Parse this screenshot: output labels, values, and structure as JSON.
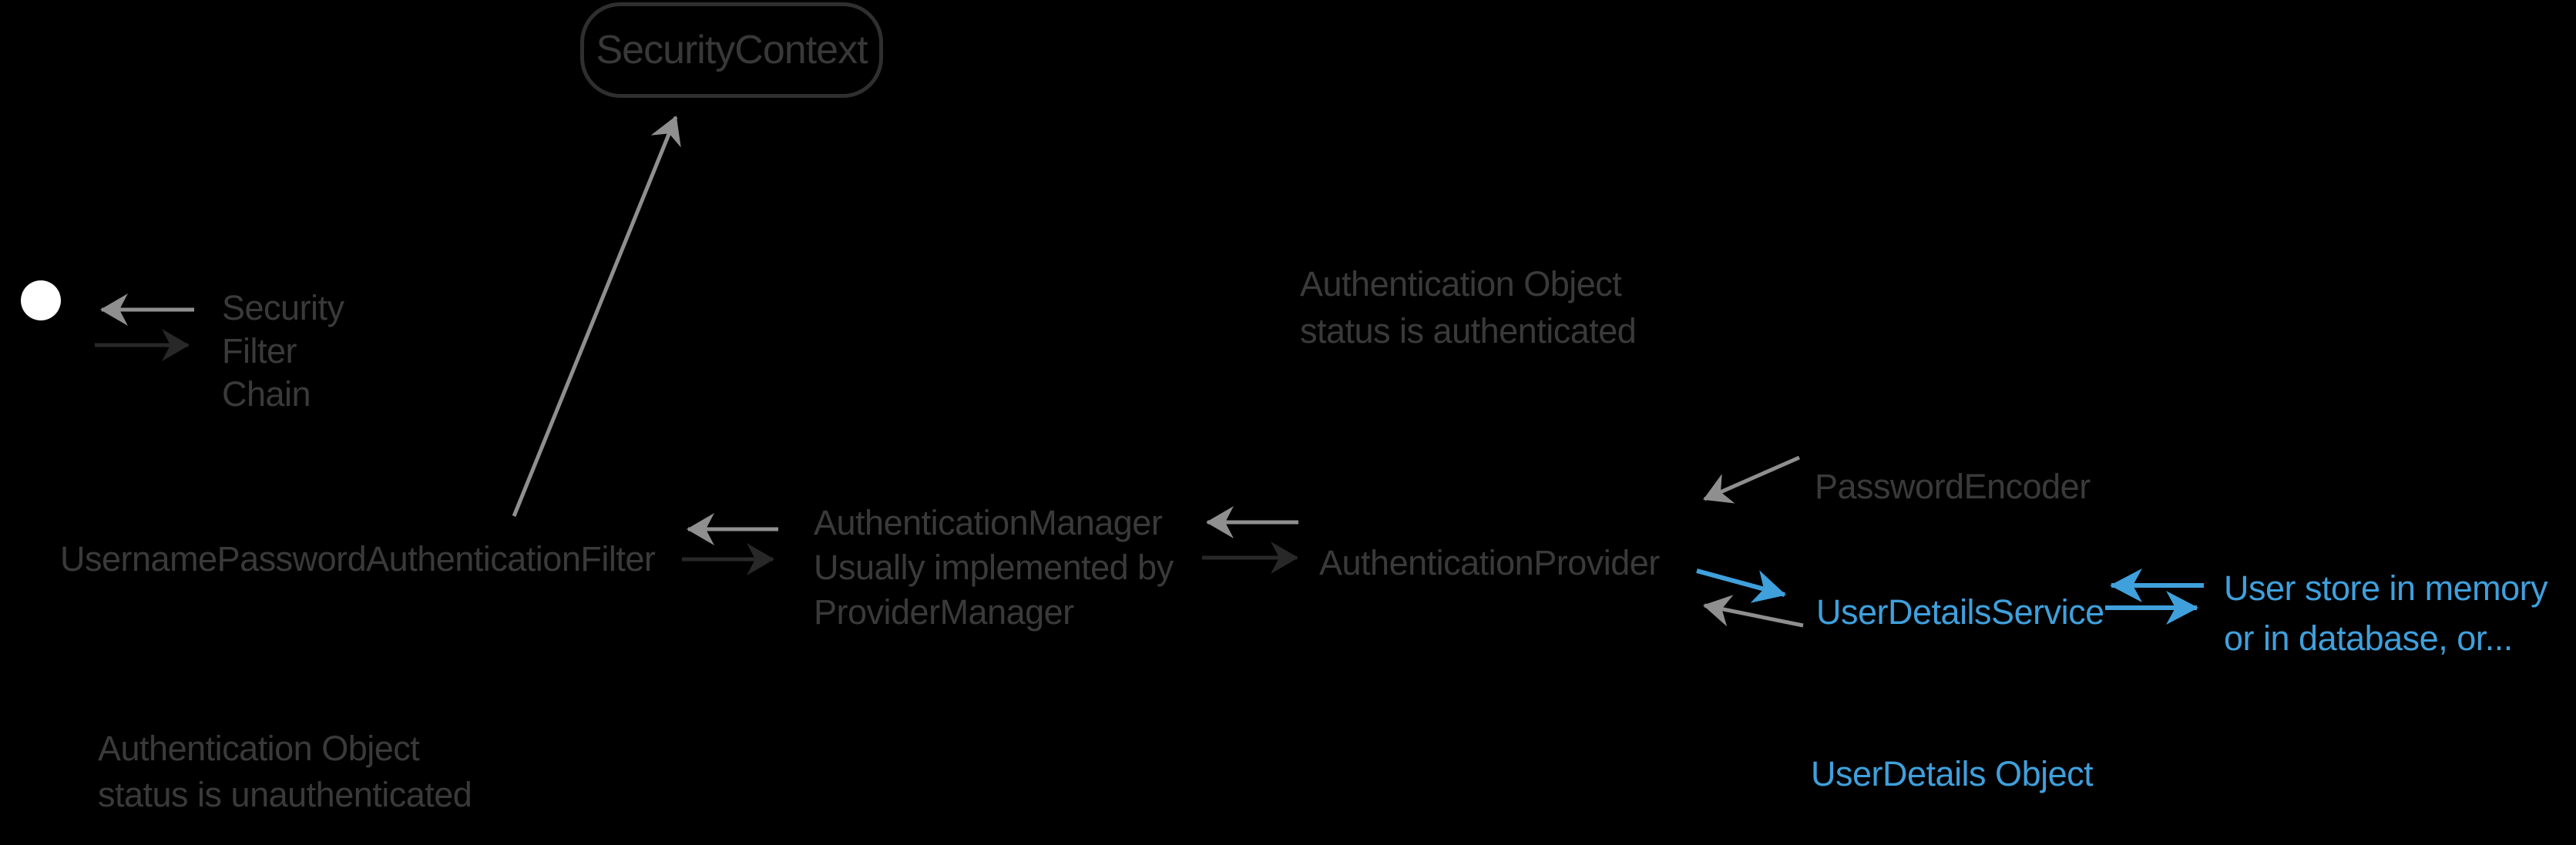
{
  "diagram": {
    "security_context_label": "SecurityContext",
    "filter_chain": [
      "Security",
      "Filter",
      "Chain"
    ],
    "username_password_filter_label": "UsernamePasswordAuthenticationFilter",
    "authentication_manager": [
      "AuthenticationManager",
      "Usually implemented by",
      "ProviderManager"
    ],
    "authentication_provider_label": "AuthenticationProvider",
    "password_encoder_label": "PasswordEncoder",
    "user_details_service_label": "UserDetailsService",
    "user_store": [
      "User store in memory",
      "or in database, or..."
    ],
    "auth_object_authenticated": [
      "Authentication Object",
      "status is authenticated"
    ],
    "auth_object_unauthenticated": [
      "Authentication Object",
      "status is unauthenticated"
    ],
    "user_details_object_label": "UserDetails Object"
  },
  "colors": {
    "background": "#000000",
    "dark_text": "#3a3a3a",
    "box_border": "#2f2f2f",
    "arrow_gray": "#8f8f8f",
    "arrow_dark": "#282828",
    "accent_blue": "#3fa0dc",
    "start_dot": "#ffffff"
  }
}
